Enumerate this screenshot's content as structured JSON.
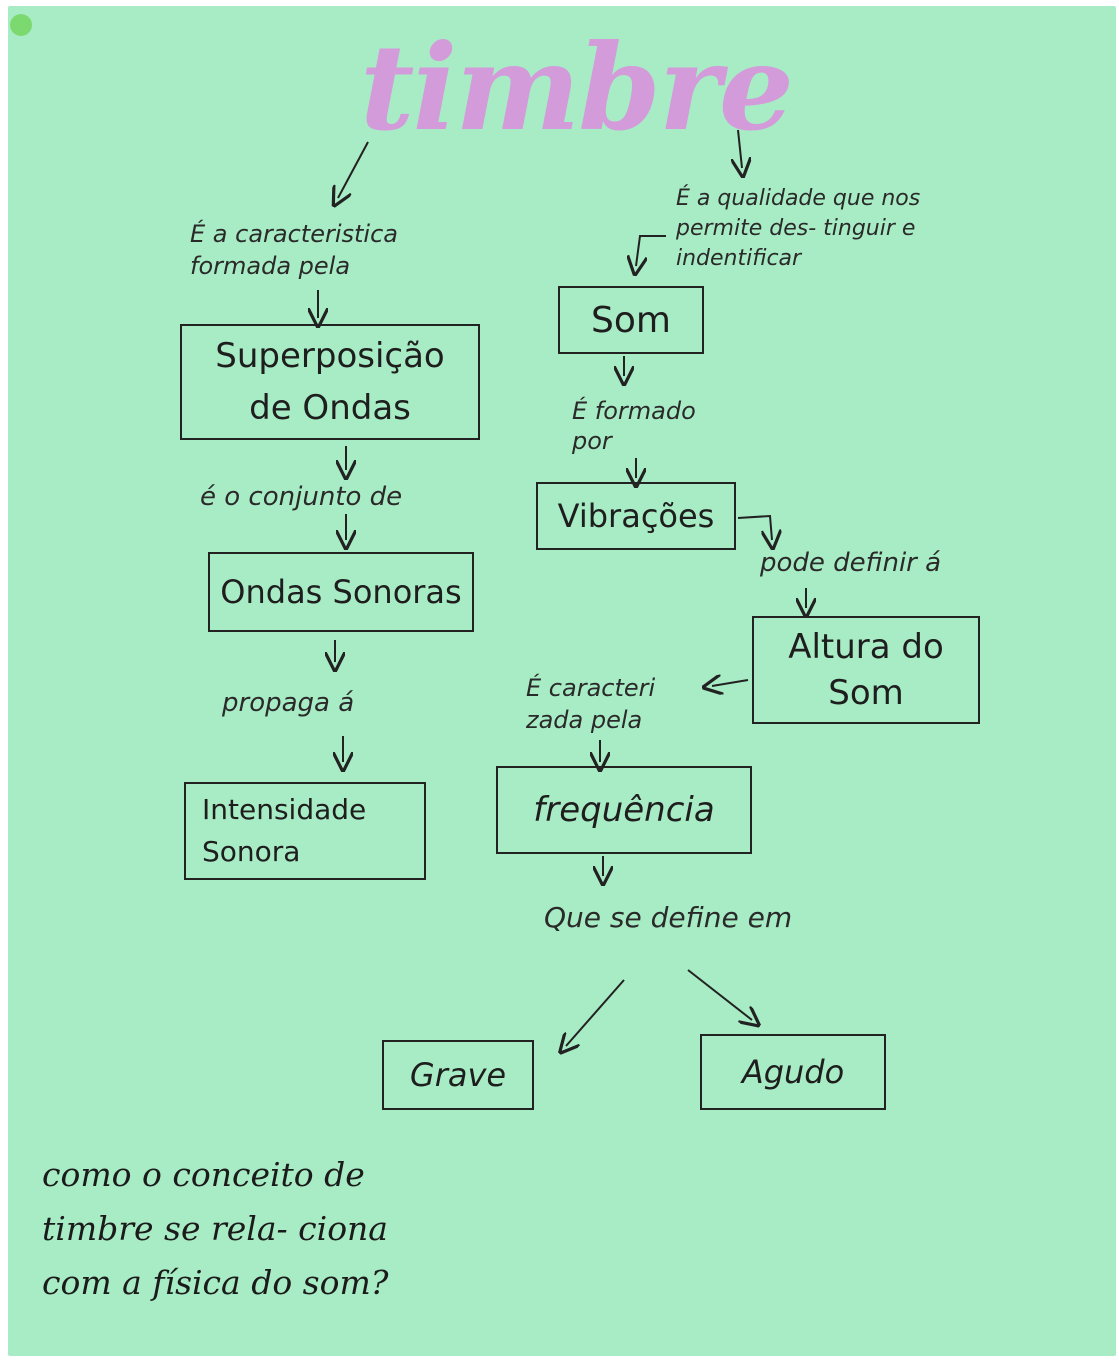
{
  "title": "timbre",
  "left": {
    "text1": "É a caracteristica formada pela",
    "box1": "Superposição de Ondas",
    "text2": "é o conjunto de",
    "box2": "Ondas Sonoras",
    "text3": "propaga á",
    "box3": "Intensidade Sonora"
  },
  "right": {
    "text1": "É a qualidade que nos permite des- tinguir e indentificar",
    "box1": "Som",
    "text2": "É formado por",
    "box2": "Vibrações",
    "text3": "pode definir á",
    "box3": "Altura do Som",
    "text4": "É caracteri zada pela",
    "box4": "frequência",
    "text5": "Que se define em",
    "box5": "Grave",
    "box6": "Agudo"
  },
  "question": "como o conceito de timbre se rela- ciona com a física do som?",
  "colors": {
    "paper": "#a8ecc5",
    "title": "#d39bd9",
    "ink": "#222222"
  }
}
